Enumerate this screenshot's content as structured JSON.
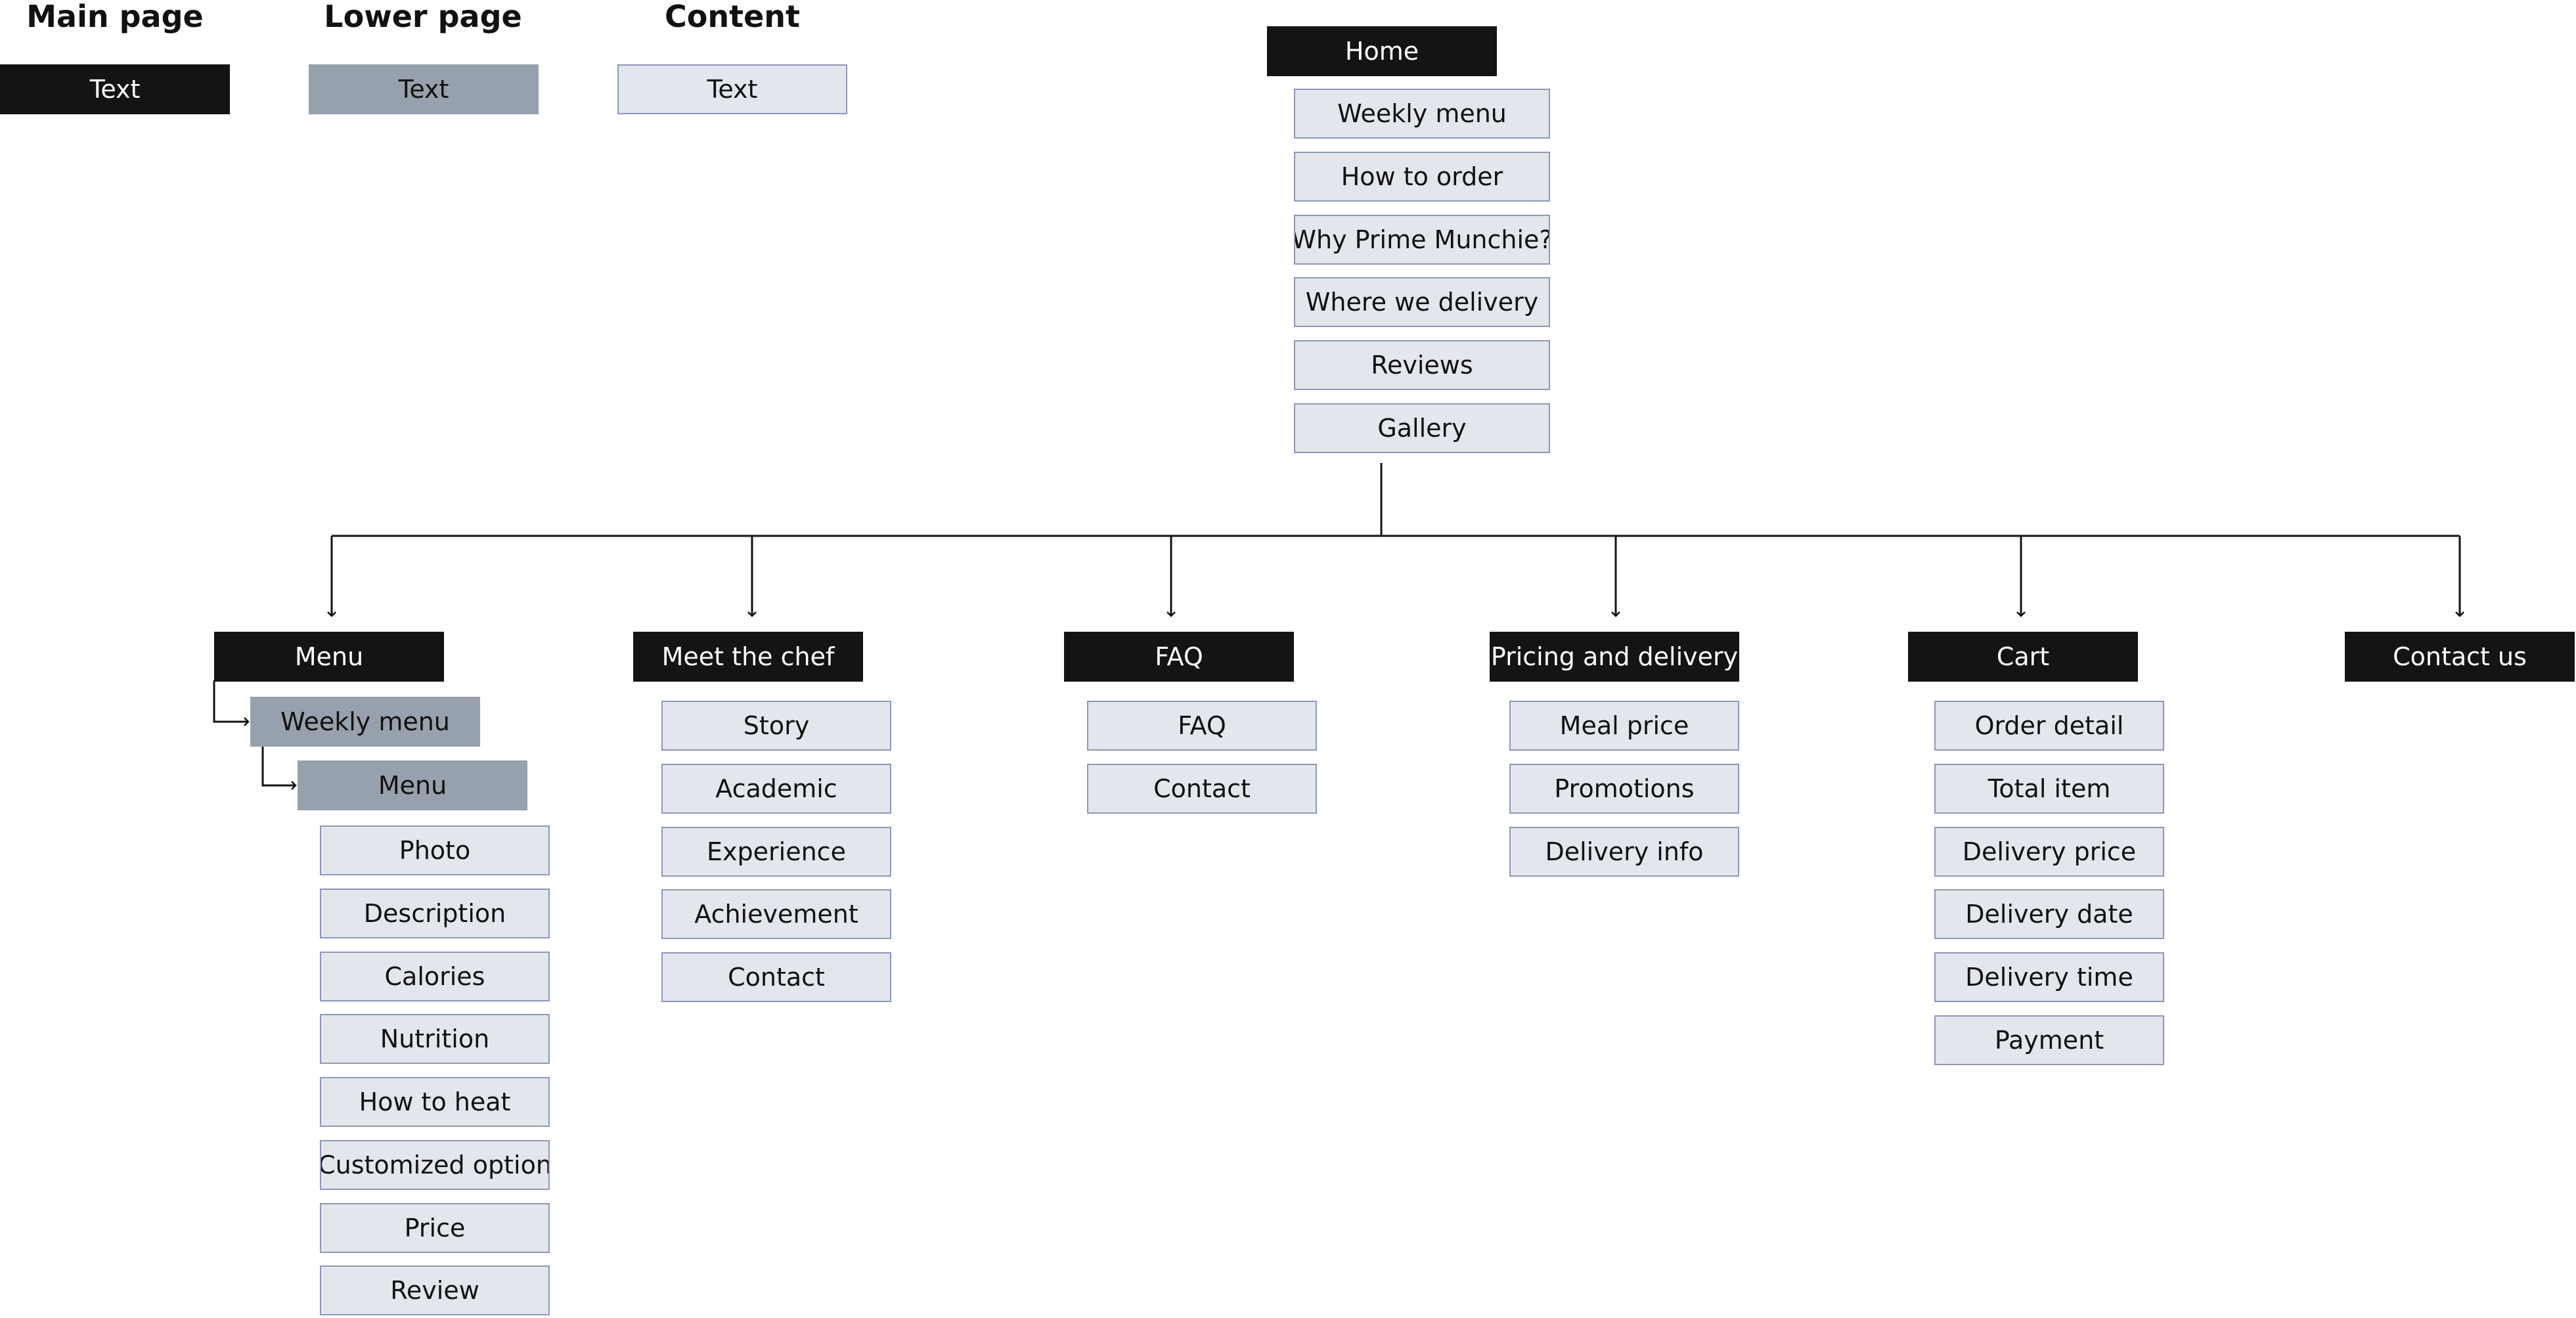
{
  "legend": {
    "main_title": "Main page",
    "lower_title": "Lower page",
    "content_title": "Content",
    "main_sample": "Text",
    "lower_sample": "Text",
    "content_sample": "Text"
  },
  "home": {
    "label": "Home",
    "items": [
      "Weekly menu",
      "How to order",
      "Why Prime Munchie?",
      "Where we delivery",
      "Reviews",
      "Gallery"
    ]
  },
  "menu": {
    "label": "Menu",
    "weekly_menu": "Weekly menu",
    "submenu": "Menu",
    "items": [
      "Photo",
      "Description",
      "Calories",
      "Nutrition",
      "How to heat",
      "Customized option",
      "Price",
      "Review"
    ]
  },
  "chef": {
    "label": "Meet the chef",
    "items": [
      "Story",
      "Academic",
      "Experience",
      "Achievement",
      "Contact"
    ]
  },
  "faq": {
    "label": "FAQ",
    "items": [
      "FAQ",
      "Contact"
    ]
  },
  "pricing": {
    "label": "Pricing and delivery",
    "items": [
      "Meal price",
      "Promotions",
      "Delivery info"
    ]
  },
  "cart": {
    "label": "Cart",
    "items": [
      "Order detail",
      "Total item",
      "Delivery price",
      "Delivery date",
      "Delivery time",
      "Payment"
    ]
  },
  "contact": {
    "label": "Contact us"
  }
}
